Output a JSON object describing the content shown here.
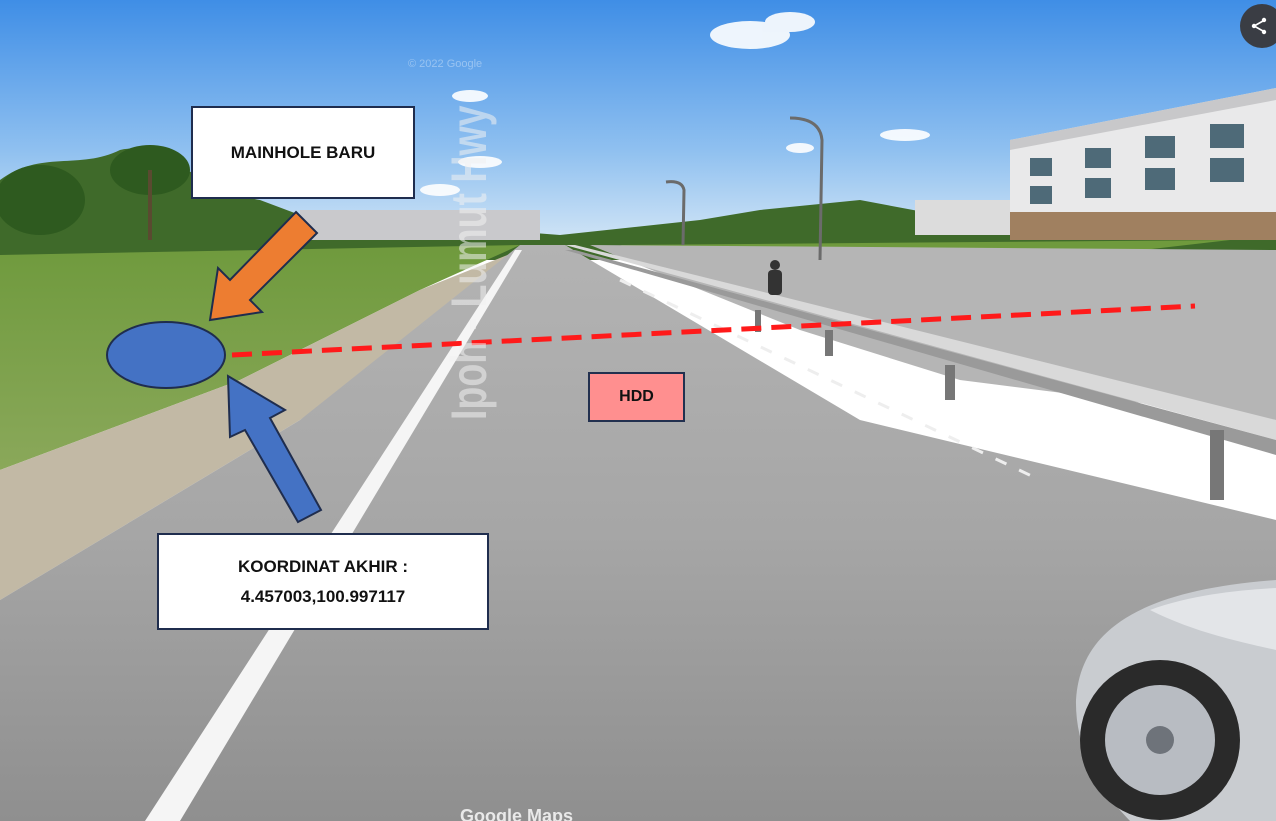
{
  "labels": {
    "mainhole": "MAINHOLE BARU",
    "koordinat_title": "KOORDINAT AKHIR :",
    "koordinat_value": "4.457003,100.997117",
    "hdd": "HDD"
  },
  "map": {
    "road_marking": "Ipoh - Lumut Hwy",
    "watermark_top": "© 2022 Google",
    "watermark_bottom": "Google Maps"
  },
  "icons": {
    "share": "share-icon"
  },
  "colors": {
    "hdd_line": "#ff1a1a",
    "manhole_marker": "#4472c4",
    "arrow_orange": "#ed7d31",
    "arrow_blue": "#4472c4",
    "hdd_box": "#ff8f8f"
  }
}
